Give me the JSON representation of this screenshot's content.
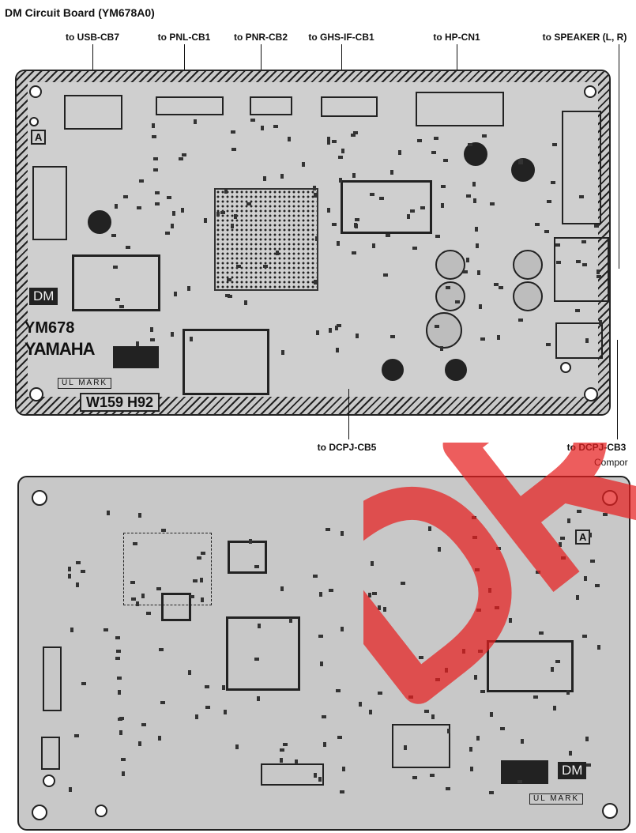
{
  "title": "DM Circuit Board (YM678A0)",
  "connectors_top": [
    {
      "label": "to USB-CB7"
    },
    {
      "label": "to PNL-CB1"
    },
    {
      "label": "to PNR-CB2"
    },
    {
      "label": "to GHS-IF-CB1"
    },
    {
      "label": "to HP-CN1"
    },
    {
      "label": "to SPEAKER (L, R)"
    }
  ],
  "connectors_bottom": [
    {
      "label": "to DCPJ-CB5"
    },
    {
      "label": "to DCPJ-CB3"
    }
  ],
  "side_label": "Compor",
  "board_top": {
    "dm_mark": "DM",
    "model": "YM678",
    "brand": "YAMAHA",
    "ul_mark": "UL MARK",
    "size_mark": "W159 H92",
    "a_mark": "A"
  },
  "board_bottom": {
    "dm_mark": "DM",
    "ul_mark": "UL MARK",
    "a_mark": "A"
  },
  "watermark": "DR",
  "colors": {
    "watermark": "#e61e1e",
    "board": "#c9c9c9",
    "ink": "#222222"
  }
}
